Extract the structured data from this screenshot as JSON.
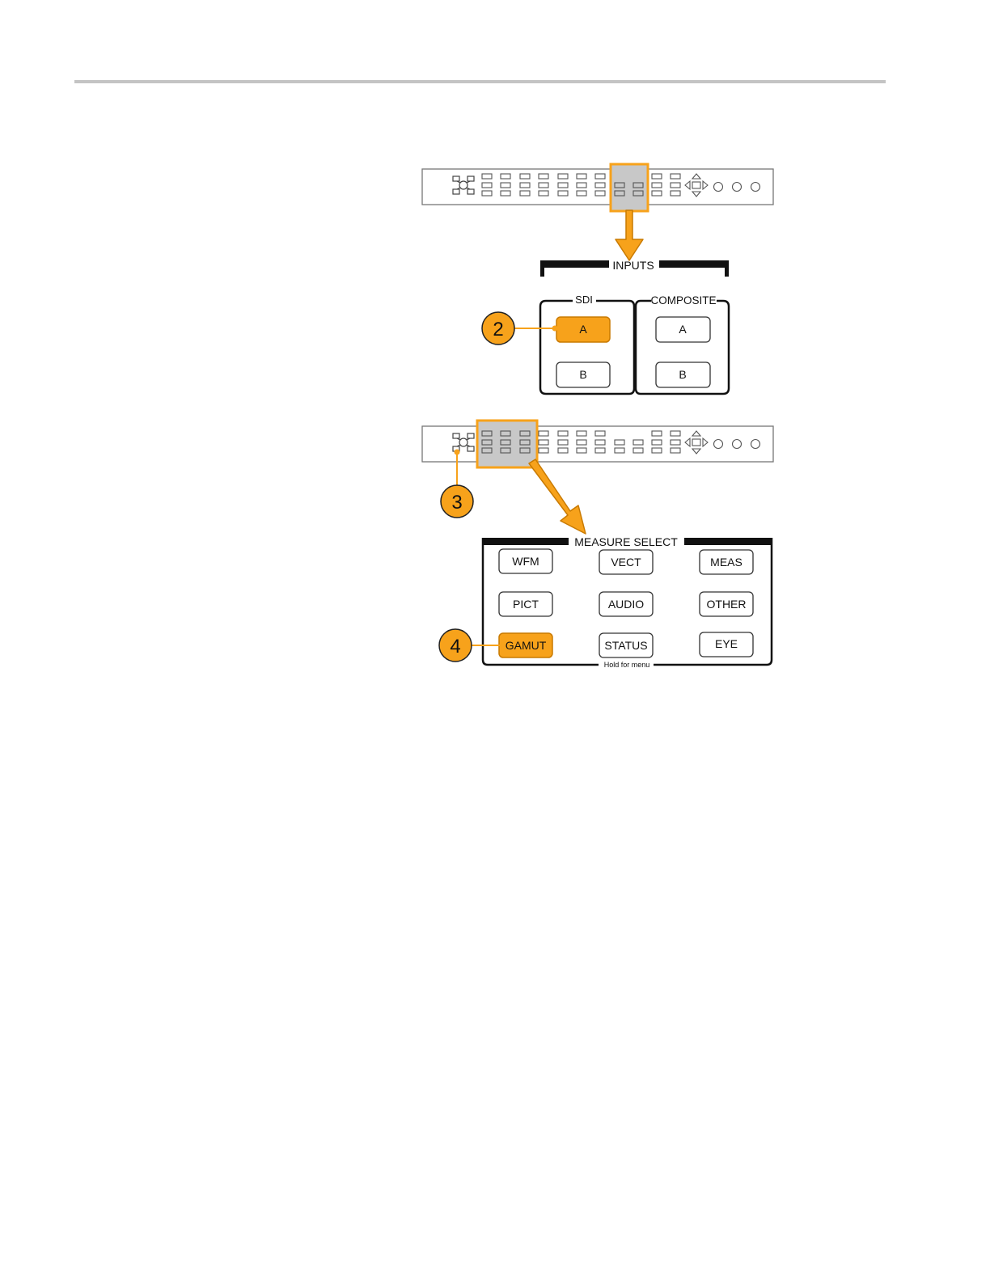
{
  "colors": {
    "accent": "#f7a21b",
    "accent_fill": "#f7a21b",
    "callout_fill": "#f7a21b",
    "highlight_fill": "#c8c8c8",
    "outline": "#111111"
  },
  "inputs_panel": {
    "title": "INPUTS",
    "sdi": {
      "label": "SDI",
      "buttons": [
        "A",
        "B"
      ],
      "active": "A"
    },
    "composite": {
      "label": "COMPOSITE",
      "buttons": [
        "A",
        "B"
      ]
    }
  },
  "measure_select_panel": {
    "title": "MEASURE SELECT",
    "buttons": [
      "WFM",
      "VECT",
      "MEAS",
      "PICT",
      "AUDIO",
      "OTHER",
      "GAMUT",
      "STATUS",
      "EYE"
    ],
    "active": "GAMUT",
    "hold_note": "Hold for menu"
  },
  "callouts": [
    "2",
    "3",
    "4"
  ],
  "icons": {
    "front_panel_top": "front-panel-icon",
    "front_panel_bottom": "front-panel-icon",
    "pointer_arrow": "arrow-down-icon"
  }
}
